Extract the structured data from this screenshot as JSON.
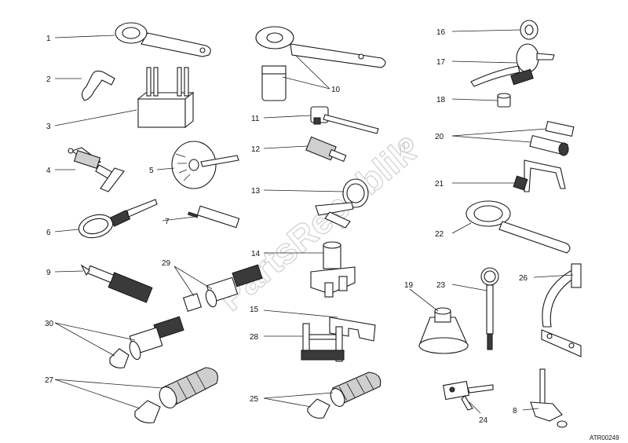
{
  "labels": [
    "1",
    "2",
    "3",
    "4",
    "5",
    "6",
    "7",
    "9",
    "29",
    "30",
    "27",
    "10",
    "11",
    "12",
    "13",
    "14",
    "15",
    "28",
    "25",
    "16",
    "17",
    "18",
    "20",
    "21",
    "22",
    "19",
    "23",
    "26",
    "24",
    "8"
  ],
  "watermark": "PartsRepublik",
  "reference": "ATR00249"
}
